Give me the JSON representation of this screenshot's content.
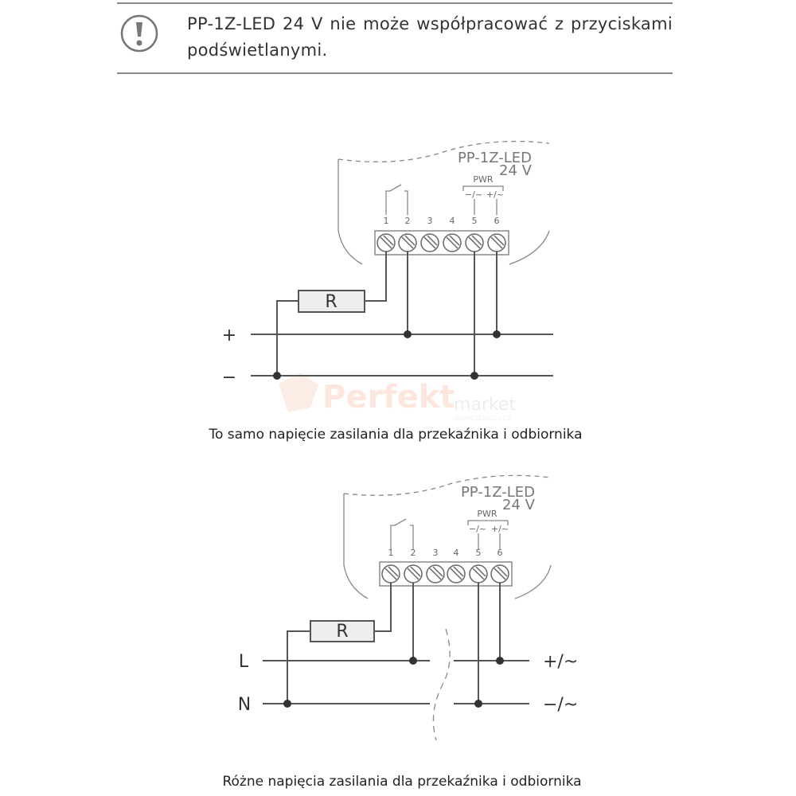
{
  "note": {
    "icon": "exclamation-circle-icon",
    "text": "PP-1Z-LED 24 V nie może współpracować z przyciskami podświetlanymi."
  },
  "watermark": {
    "brand": "Perfekt",
    "sub": "market",
    "tag": "OŚWIETLENIE LED"
  },
  "diagrams": [
    {
      "device": "PP-1Z-LED",
      "voltage": "24 V",
      "pwr": "PWR",
      "pwr_minus": "−/~",
      "pwr_plus": "+/~",
      "terminals": [
        "1",
        "2",
        "3",
        "4",
        "5",
        "6"
      ],
      "resistor": "R",
      "line_top": "+",
      "line_bottom": "−",
      "caption": "To samo napięcie zasilania dla przekaźnika i odbiornika"
    },
    {
      "device": "PP-1Z-LED",
      "voltage": "24 V",
      "pwr": "PWR",
      "pwr_minus": "−/~",
      "pwr_plus": "+/~",
      "terminals": [
        "1",
        "2",
        "3",
        "4",
        "5",
        "6"
      ],
      "resistor": "R",
      "line_top": "L",
      "line_bottom": "N",
      "right_top": "+/~",
      "right_bottom": "−/~",
      "caption": "Różne napięcia zasilania dla przekaźnika i odbiornika"
    }
  ]
}
